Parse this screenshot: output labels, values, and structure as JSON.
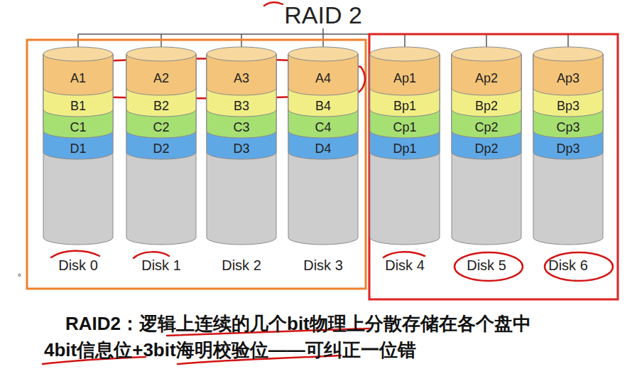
{
  "diagram": {
    "title": "RAID 2",
    "caption": "RAID2：逻辑上连续的几个bit物理上分散存储在各个盘中",
    "nodes": [
      {
        "text": [
          "Disk 0"
        ]
      },
      {
        "text": [
          "A1"
        ],
        "in": 0
      },
      {
        "text": [
          "B1"
        ],
        "in": 0
      },
      {
        "text": [
          "C1"
        ],
        "in": 0
      },
      {
        "text": [
          "D1"
        ],
        "in": 0
      },
      {
        "text": [
          "Disk 1"
        ]
      },
      {
        "text": [
          "A2"
        ],
        "in": 5
      },
      {
        "text": [
          "B2"
        ],
        "in": 5
      },
      {
        "text": [
          "C2"
        ],
        "in": 5
      },
      {
        "text": [
          "D2"
        ],
        "in": 5
      },
      {
        "text": [
          "Disk 2"
        ]
      },
      {
        "text": [
          "A3"
        ],
        "in": 10
      },
      {
        "text": [
          "B3"
        ],
        "in": 10
      },
      {
        "text": [
          "C3"
        ],
        "in": 10
      },
      {
        "text": [
          "D3"
        ],
        "in": 10
      },
      {
        "text": [
          "Disk 3"
        ]
      },
      {
        "text": [
          "A4"
        ],
        "in": 15
      },
      {
        "text": [
          "B4"
        ],
        "in": 15
      },
      {
        "text": [
          "C4"
        ],
        "in": 15
      },
      {
        "text": [
          "D4"
        ],
        "in": 15
      },
      {
        "text": [
          "Disk 4"
        ]
      },
      {
        "text": [
          "Ap1"
        ],
        "in": 20
      },
      {
        "text": [
          "Bp1"
        ],
        "in": 20
      },
      {
        "text": [
          "Cp1"
        ],
        "in": 20
      },
      {
        "text": [
          "Dp1"
        ],
        "in": 20
      },
      {
        "text": [
          "Disk 5"
        ]
      },
      {
        "text": [
          "Ap2"
        ],
        "in": 25
      },
      {
        "text": [
          "Bp2"
        ],
        "in": 25
      },
      {
        "text": [
          "Cp2"
        ],
        "in": 25
      },
      {
        "text": [
          "Dp2"
        ],
        "in": 25
      },
      {
        "text": [
          "Disk 6"
        ]
      },
      {
        "text": [
          "Ap3"
        ],
        "in": 30
      },
      {
        "text": [
          "Bp3"
        ],
        "in": 30
      },
      {
        "text": [
          "Cp3"
        ],
        "in": 30
      },
      {
        "text": [
          "Dp3"
        ],
        "in": 30
      }
    ],
    "labels": [
      "4bit信息位+3bit海明校验位——可纠正一位错",
      "。"
    ]
  }
}
